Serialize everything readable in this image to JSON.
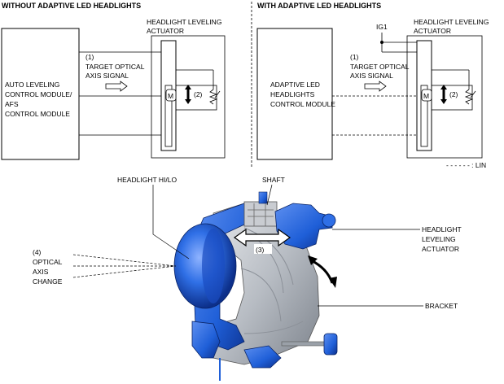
{
  "left": {
    "heading": "WITHOUT ADAPTIVE LED HEADLIGHTS",
    "actuator_label": [
      "HEADLIGHT LEVELING",
      "ACTUATOR"
    ],
    "module_label": [
      "AUTO LEVELING",
      "CONTROL MODULE/",
      "AFS",
      "CONTROL MODULE"
    ],
    "signal_number": "(1)",
    "signal_label": [
      "TARGET OPTICAL",
      "AXIS SIGNAL"
    ],
    "motor_symbol": "M",
    "position_number": "(2)"
  },
  "right": {
    "heading": "WITH ADAPTIVE LED HEADLIGHTS",
    "actuator_label": [
      "HEADLIGHT LEVELING",
      "ACTUATOR"
    ],
    "power_label": "IG1",
    "module_label": [
      "ADAPTIVE LED",
      "HEADLIGHTS",
      "CONTROL MODULE"
    ],
    "signal_number": "(1)",
    "signal_label": [
      "TARGET OPTICAL",
      "AXIS SIGNAL"
    ],
    "motor_symbol": "M",
    "position_number": "(2)",
    "lin_legend": "- - - - - - : LIN"
  },
  "bottom": {
    "headlight_label": "HEADLIGHT HI/LO",
    "shaft_label": "SHAFT",
    "actuator_label": [
      "HEADLIGHT",
      "LEVELING",
      "ACTUATOR"
    ],
    "optical_number": "(4)",
    "optical_label": [
      "OPTICAL",
      "AXIS",
      "CHANGE"
    ],
    "movement_number": "(3)",
    "bracket_label": "BRACKET"
  },
  "colors": {
    "lamp_blue": "#1f5fd8",
    "lamp_dark_blue": "#0c2f8a",
    "bracket_gray": "#bfc3c9",
    "line": "#000000"
  }
}
